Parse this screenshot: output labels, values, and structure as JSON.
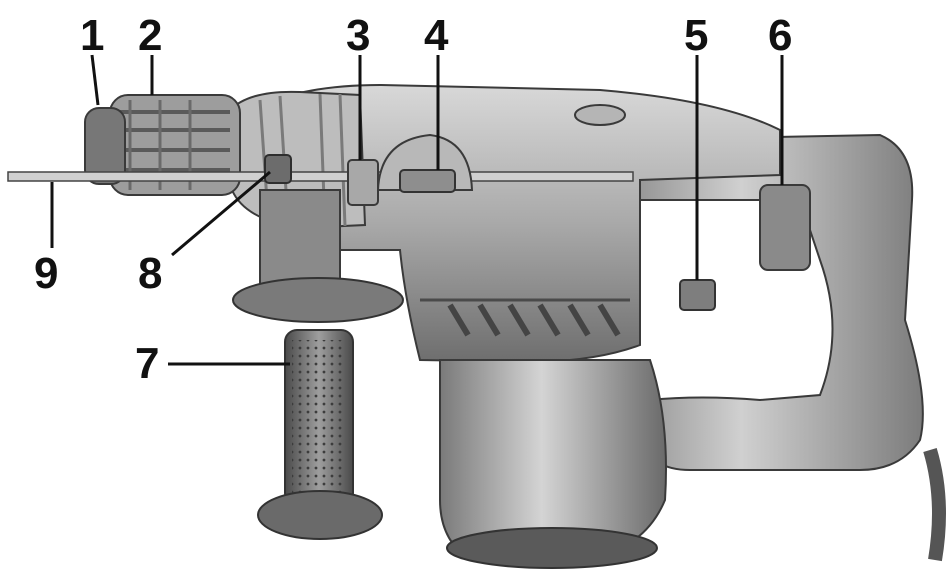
{
  "figure": {
    "callouts": [
      {
        "label": "1",
        "part": "tool-holder-cap"
      },
      {
        "label": "2",
        "part": "locking-sleeve"
      },
      {
        "label": "3",
        "part": "depth-stop-clamp"
      },
      {
        "label": "4",
        "part": "mode-selector-switch"
      },
      {
        "label": "5",
        "part": "safety-lock-button"
      },
      {
        "label": "6",
        "part": "on-off-trigger"
      },
      {
        "label": "7",
        "part": "auxiliary-handle"
      },
      {
        "label": "8",
        "part": "depth-stop-lock-screw"
      },
      {
        "label": "9",
        "part": "depth-stop-rod"
      }
    ],
    "colors": {
      "body_light": "#c9c9c9",
      "body_mid": "#9a9a9a",
      "body_dark": "#5e5e5e",
      "outline": "#3a3a3a",
      "label": "#111111"
    }
  }
}
